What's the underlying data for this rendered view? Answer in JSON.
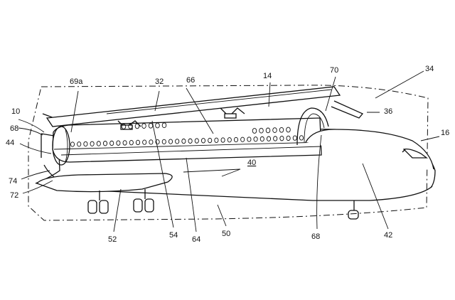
{
  "labels": [
    {
      "id": "l69a",
      "text": "69a"
    },
    {
      "id": "l32",
      "text": "32"
    },
    {
      "id": "l66",
      "text": "66"
    },
    {
      "id": "l14",
      "text": "14"
    },
    {
      "id": "l70",
      "text": "70"
    },
    {
      "id": "l34",
      "text": "34"
    },
    {
      "id": "l10",
      "text": "10"
    },
    {
      "id": "l68a",
      "text": "68"
    },
    {
      "id": "l36",
      "text": "36"
    },
    {
      "id": "l16",
      "text": "16"
    },
    {
      "id": "l44",
      "text": "44"
    },
    {
      "id": "l40",
      "text": "40"
    },
    {
      "id": "l74",
      "text": "74"
    },
    {
      "id": "l72",
      "text": "72"
    },
    {
      "id": "l52",
      "text": "52"
    },
    {
      "id": "l54",
      "text": "54"
    },
    {
      "id": "l64",
      "text": "64"
    },
    {
      "id": "l50",
      "text": "50"
    },
    {
      "id": "l68b",
      "text": "68"
    },
    {
      "id": "l42",
      "text": "42"
    }
  ]
}
